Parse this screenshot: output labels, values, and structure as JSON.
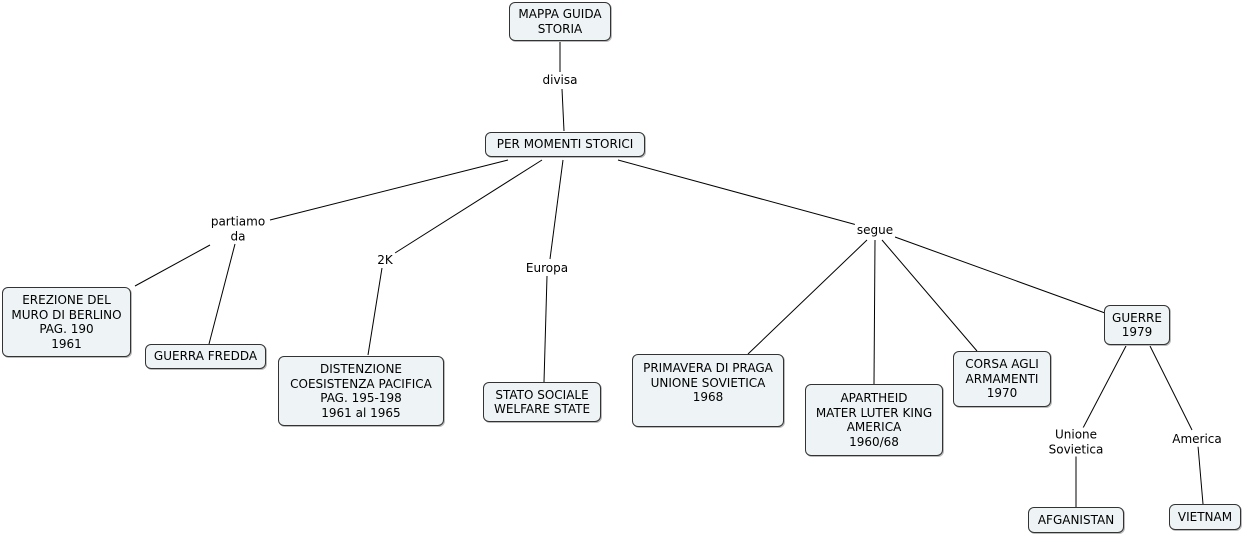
{
  "nodes": {
    "root": "MAPPA GUIDA\nSTORIA",
    "periodi": "PER MOMENTI STORICI",
    "muro": "EREZIONE DEL\nMURO DI BERLINO\nPAG. 190\n1961",
    "guerra_fredda": "GUERRA FREDDA",
    "distenzione": "DISTENZIONE\nCOESISTENZA PACIFICA\nPAG. 195-198\n1961 al 1965",
    "stato_sociale": "STATO SOCIALE\nWELFARE STATE",
    "praga": "PRIMAVERA DI PRAGA\nUNIONE SOVIETICA\n1968",
    "apartheid": "APARTHEID\nMATER LUTER KING\nAMERICA\n1960/68",
    "armamenti": "CORSA AGLI\nARMAMENTI\n1970",
    "guerre": "GUERRE\n1979",
    "afganistan": "AFGANISTAN",
    "vietnam": "VIETNAM"
  },
  "links": {
    "divisa": "divisa",
    "partiamo_da": "partiamo\nda",
    "k2": "2K",
    "europa": "Europa",
    "segue": "segue",
    "unione_sovietica": "Unione\nSovietica",
    "america": "America"
  }
}
